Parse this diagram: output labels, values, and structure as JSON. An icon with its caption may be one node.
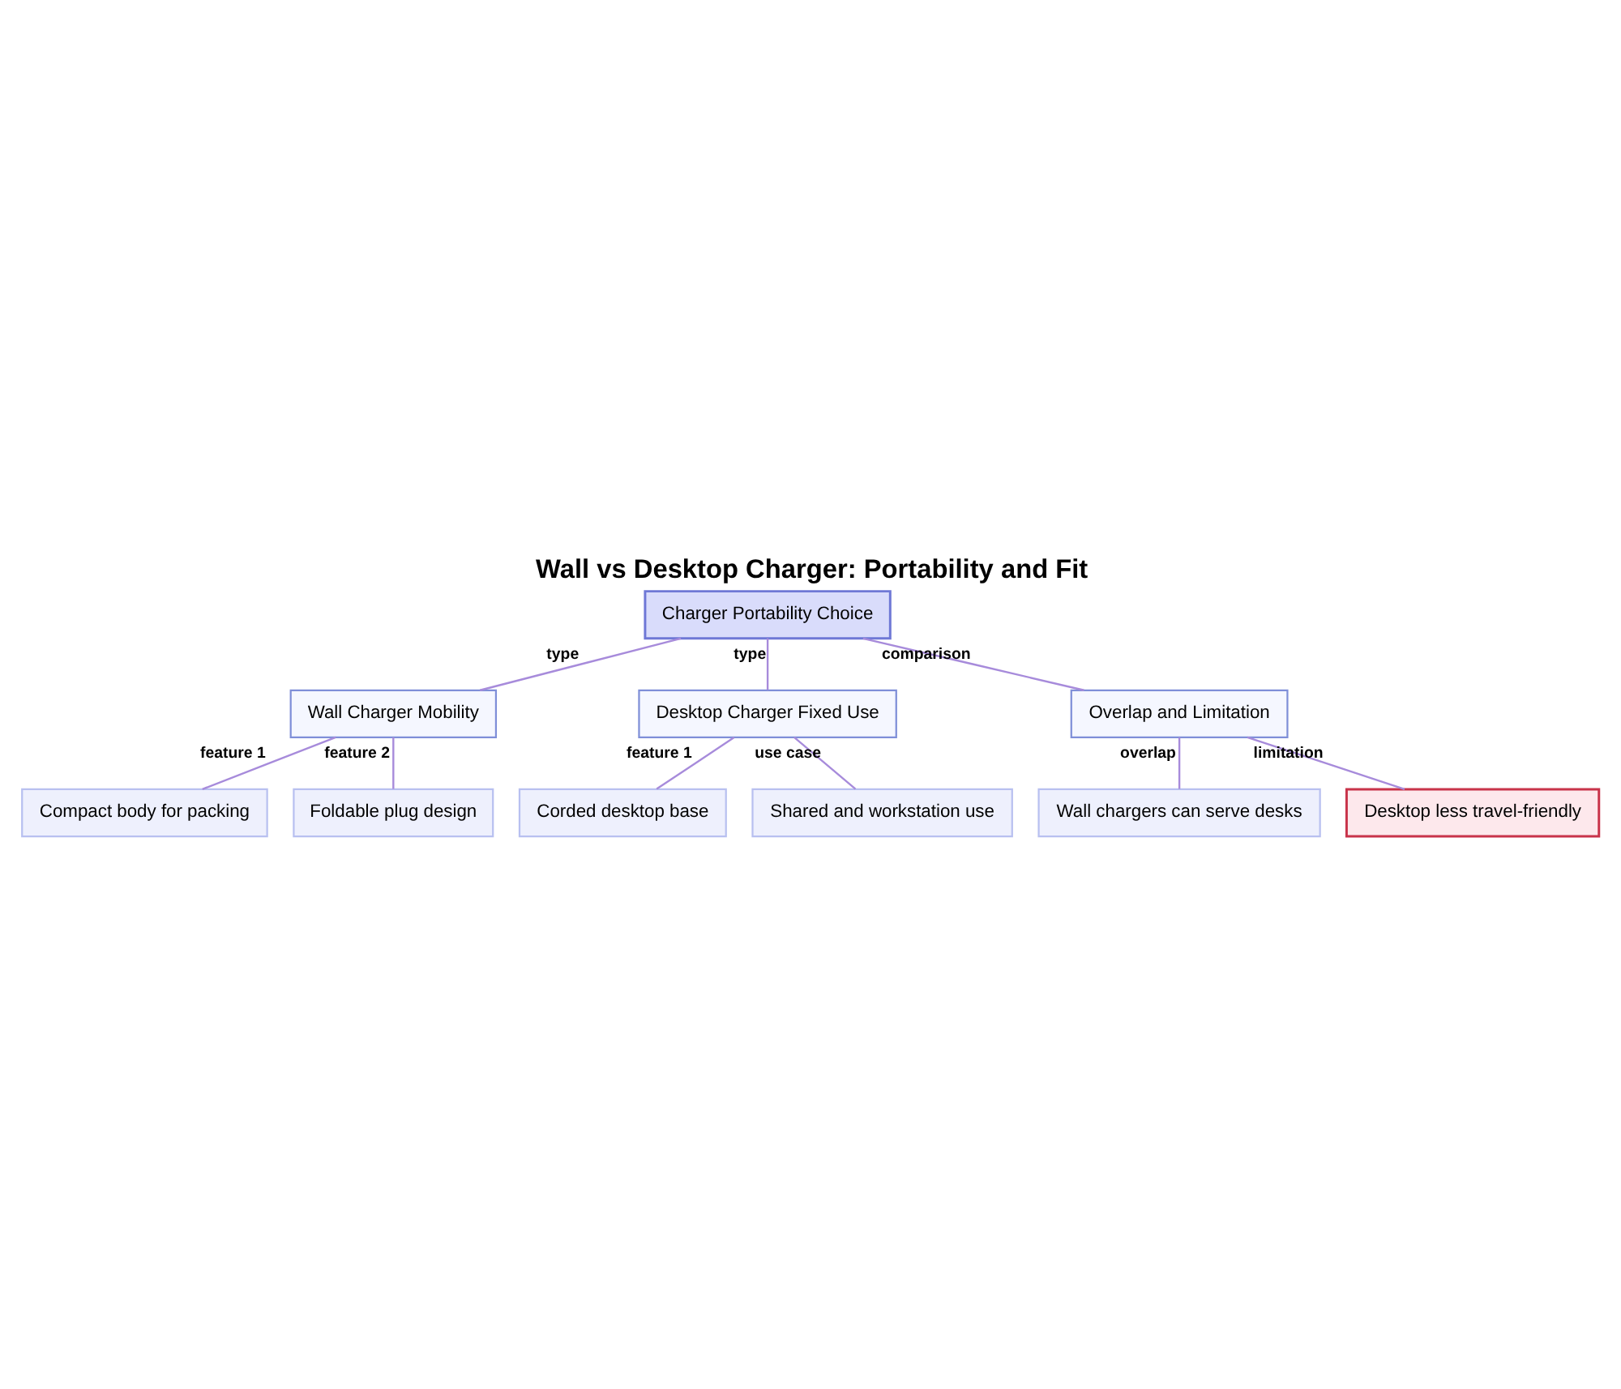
{
  "diagram": {
    "title": "Wall vs Desktop Charger: Portability and Fit",
    "nodes": [
      {
        "text": [
          "Charger Portability Choice"
        ]
      },
      {
        "text": [
          "Wall Charger Mobility"
        ]
      },
      {
        "text": [
          "Desktop Charger Fixed Use"
        ]
      },
      {
        "text": [
          "Overlap and Limitation"
        ]
      },
      {
        "text": [
          "Compact body for packing"
        ]
      },
      {
        "text": [
          "Foldable plug design"
        ]
      },
      {
        "text": [
          "Corded desktop base"
        ]
      },
      {
        "text": [
          "Shared and workstation use"
        ]
      },
      {
        "text": [
          "Wall chargers can serve desks"
        ]
      },
      {
        "text": [
          "Desktop less travel-friendly"
        ]
      }
    ],
    "edges": [
      {
        "from": 0,
        "to": 1,
        "arrow": "none",
        "label": "type"
      },
      {
        "from": 0,
        "to": 2,
        "arrow": "none",
        "label": "type"
      },
      {
        "from": 0,
        "to": 3,
        "arrow": "none",
        "label": "comparison"
      },
      {
        "from": 1,
        "to": 4,
        "arrow": "none",
        "label": "feature 1"
      },
      {
        "from": 1,
        "to": 5,
        "arrow": "none",
        "label": "feature 2"
      },
      {
        "from": 2,
        "to": 6,
        "arrow": "none",
        "label": "feature 1"
      },
      {
        "from": 2,
        "to": 7,
        "arrow": "none",
        "label": "use case"
      },
      {
        "from": 3,
        "to": 8,
        "arrow": "none",
        "label": "overlap"
      },
      {
        "from": 3,
        "to": 9,
        "arrow": "none",
        "label": "limitation"
      }
    ]
  }
}
